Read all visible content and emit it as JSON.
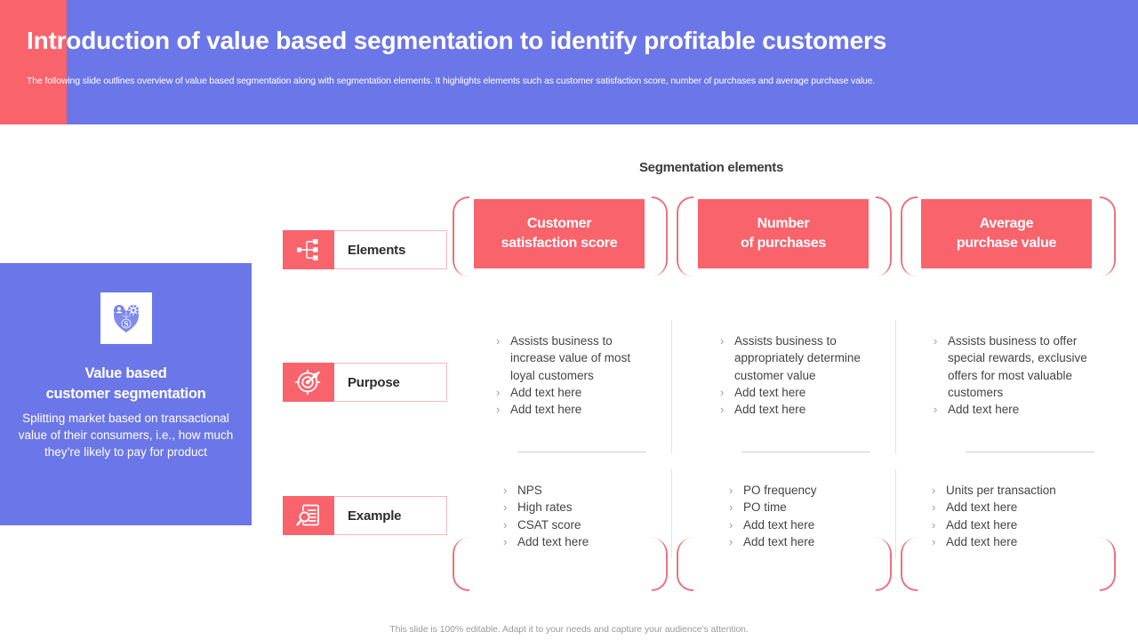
{
  "header": {
    "title": "Introduction of value based segmentation to identify profitable customers",
    "subtitle": "The following slide outlines overview of value based segmentation along with segmentation elements. It highlights elements such as customer satisfaction score, number of purchases and average purchase value.",
    "accent_color": "#f8636c",
    "background_color": "#6b77e8"
  },
  "left_panel": {
    "icon": "customer-value-shield-icon",
    "title_line1": "Value based",
    "title_line2": "customer segmentation",
    "description": "Splitting market based on transactional value of their consumers, i.e., how much they’re likely to pay for product",
    "background_color": "#6b77e8"
  },
  "section": {
    "title": "Segmentation elements"
  },
  "row_labels": [
    {
      "label": "Elements",
      "icon": "hierarchy-icon"
    },
    {
      "label": "Purpose",
      "icon": "target-arrow-icon"
    },
    {
      "label": "Example",
      "icon": "document-search-icon"
    }
  ],
  "columns": [
    {
      "header_line1": "Customer",
      "header_line2": "satisfaction score",
      "purpose": [
        "Assists business to increase value of most loyal customers",
        "Add text here",
        "Add text here"
      ],
      "example": [
        "NPS",
        "High rates",
        "CSAT score",
        "Add text here"
      ]
    },
    {
      "header_line1": "Number",
      "header_line2": "of purchases",
      "purpose": [
        "Assists business to appropriately determine customer value",
        "Add text here",
        "Add text here"
      ],
      "example": [
        "PO frequency",
        "PO time",
        "Add text here",
        "Add text here"
      ]
    },
    {
      "header_line1": "Average",
      "header_line2": "purchase value",
      "purpose": [
        "Assists business to offer special rewards, exclusive offers for most valuable customers",
        "Add text here"
      ],
      "example": [
        "Units per transaction",
        "Add text here",
        "Add text here",
        "Add text here"
      ]
    }
  ],
  "bullet_mark": "›",
  "footer": {
    "note": "This slide is 100% editable. Adapt it to your needs and capture your audience’s attention."
  }
}
